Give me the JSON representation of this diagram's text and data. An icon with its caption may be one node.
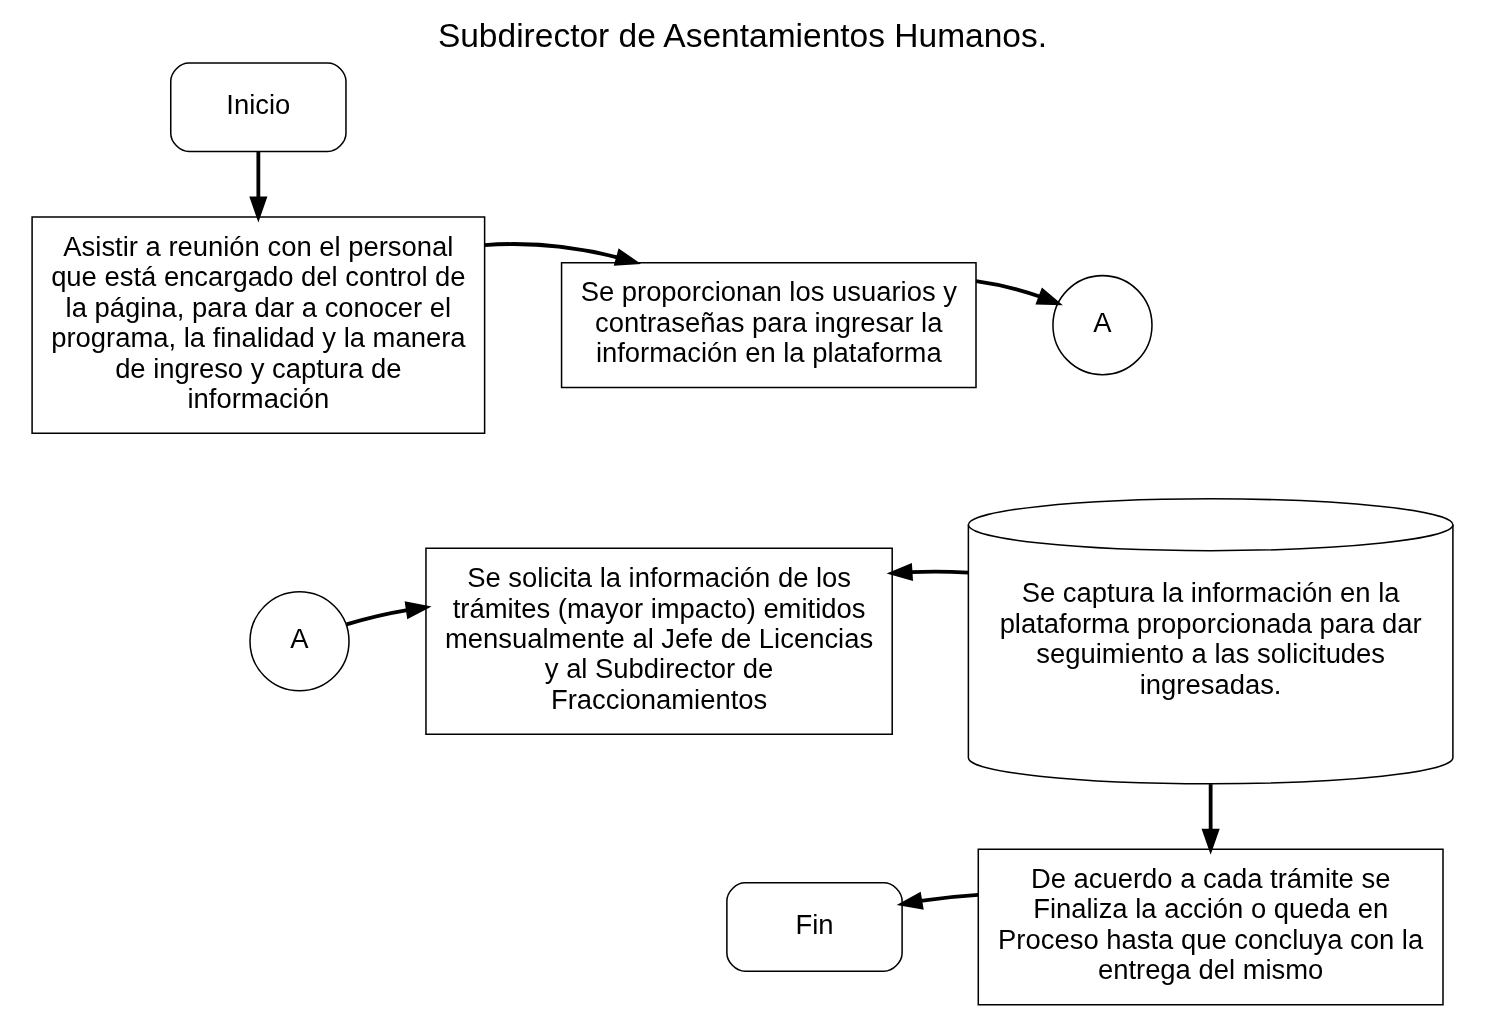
{
  "diagram": {
    "title": "Subdirector de Asentamientos Humanos.",
    "nodes": [
      {
        "text": [
          "Inicio"
        ]
      },
      {
        "text": [
          "Asistir a reunión con el personal que está encargado del control de la página, para dar a conocer el programa, la finalidad y la manera de ingreso y captura de información"
        ]
      },
      {
        "text": [
          "Se proporcionan los usuarios y contraseñas para ingresar la información en la plataforma"
        ]
      },
      {
        "text": [
          "A"
        ]
      },
      {
        "text": [
          "A"
        ]
      },
      {
        "text": [
          "Se solicita la información de los trámites (mayor impacto) emitidos mensualmente al Jefe de Licencias y al Subdirector de Fraccionamientos"
        ]
      },
      {
        "text": [
          "Se captura la información en la plataforma proporcionada para dar seguimiento a las solicitudes ingresadas."
        ]
      },
      {
        "text": [
          "De acuerdo a cada trámite se Finaliza la acción o queda en Proceso hasta que concluya con la entrega del mismo"
        ]
      },
      {
        "text": [
          "Fin"
        ]
      }
    ],
    "edges": [
      {
        "from": 0,
        "to": 1,
        "arrow": "to"
      },
      {
        "from": 1,
        "to": 2,
        "arrow": "to"
      },
      {
        "from": 2,
        "to": 3,
        "arrow": "to"
      },
      {
        "from": 4,
        "to": 5,
        "arrow": "to"
      },
      {
        "from": 6,
        "to": 5,
        "arrow": "to"
      },
      {
        "from": 6,
        "to": 7,
        "arrow": "to"
      },
      {
        "from": 7,
        "to": 8,
        "arrow": "to"
      }
    ]
  }
}
